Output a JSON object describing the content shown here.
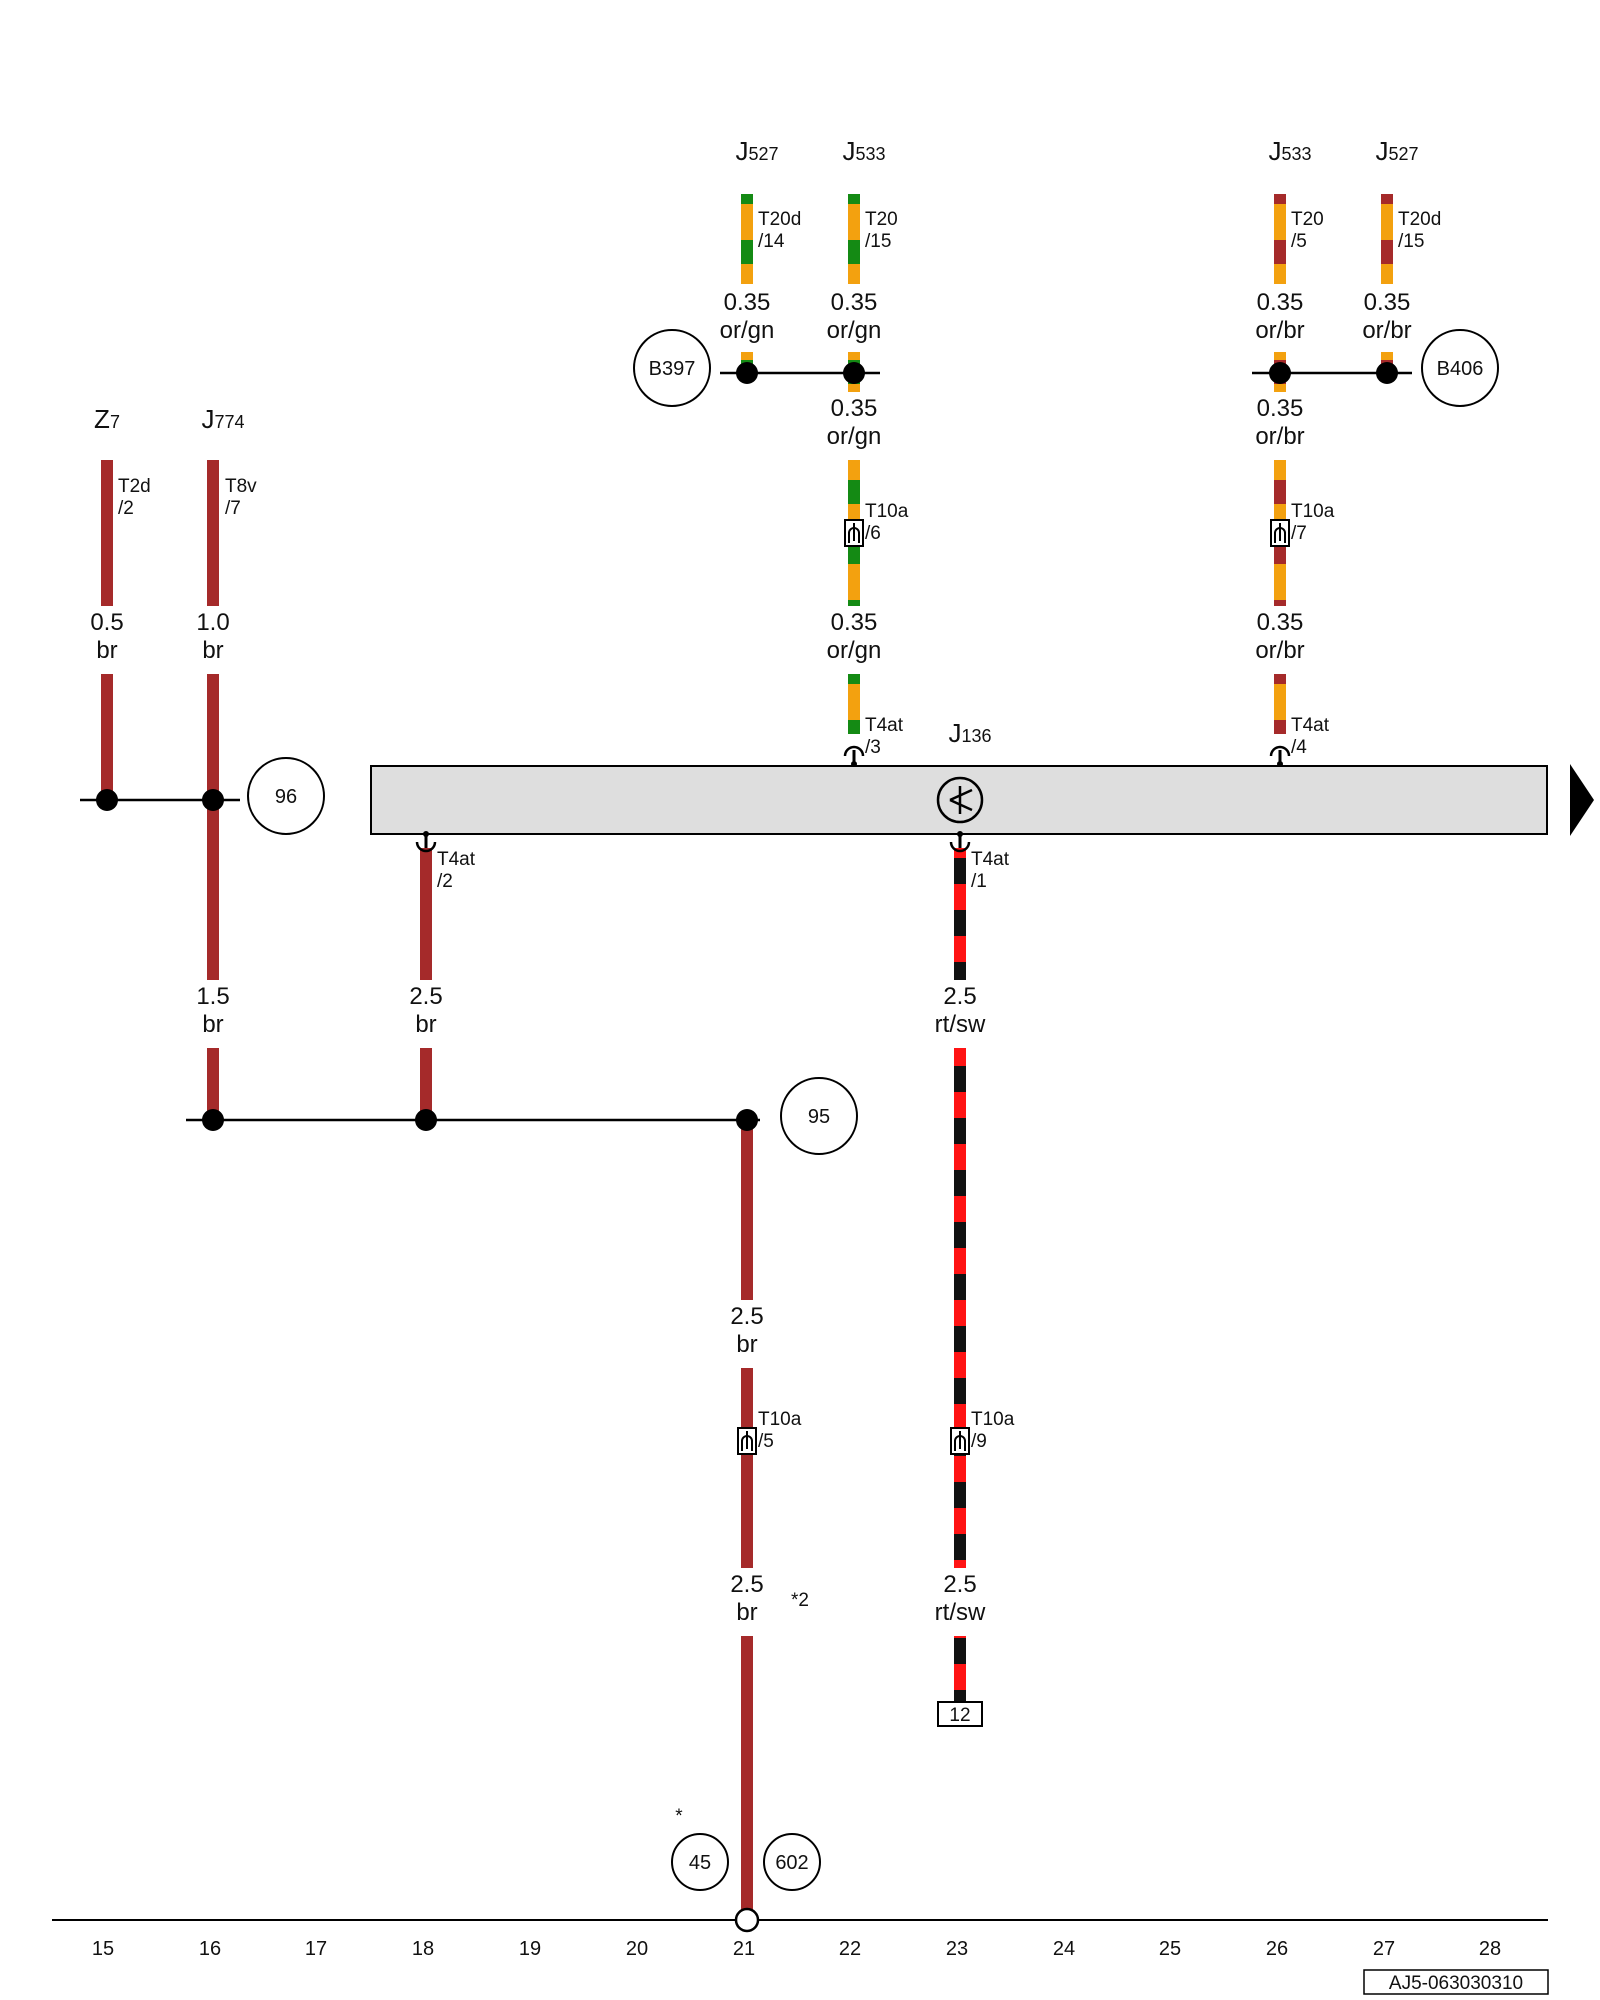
{
  "colors": {
    "br": "#a52a2a",
    "or": "#f3a10f",
    "gn": "#148a14",
    "rt": "#ff1414",
    "sw": "#111111",
    "module_fill": "#dedede"
  },
  "components": {
    "z7": {
      "letter": "Z",
      "num": "7"
    },
    "j774": {
      "letter": "J",
      "num": "774"
    },
    "j527_a": {
      "letter": "J",
      "num": "527"
    },
    "j533_a": {
      "letter": "J",
      "num": "533"
    },
    "j533_b": {
      "letter": "J",
      "num": "533"
    },
    "j527_b": {
      "letter": "J",
      "num": "527"
    },
    "j136": {
      "letter": "J",
      "num": "136"
    }
  },
  "wires": {
    "z7_top": {
      "size": "0.5",
      "color": "br"
    },
    "j774_top": {
      "size": "1.0",
      "color": "br"
    },
    "w16_mid": {
      "size": "1.5",
      "color": "br"
    },
    "w18_mid": {
      "size": "2.5",
      "color": "br"
    },
    "w21_a": {
      "size": "2.5",
      "color": "br"
    },
    "w21_b": {
      "size": "2.5",
      "color": "br",
      "note": "*2"
    },
    "w23_a": {
      "size": "2.5",
      "color": "rt/sw"
    },
    "w23_b": {
      "size": "2.5",
      "color": "rt/sw"
    },
    "w21_top": {
      "size": "0.35",
      "color": "or/gn"
    },
    "w22_top": {
      "size": "0.35",
      "color": "or/gn"
    },
    "w22_mid": {
      "size": "0.35",
      "color": "or/gn"
    },
    "w22_low": {
      "size": "0.35",
      "color": "or/gn"
    },
    "w26_top": {
      "size": "0.35",
      "color": "or/br"
    },
    "w27_top": {
      "size": "0.35",
      "color": "or/br"
    },
    "w26_mid": {
      "size": "0.35",
      "color": "or/br"
    },
    "w26_low": {
      "size": "0.35",
      "color": "or/br"
    }
  },
  "pins": {
    "t2d_2": {
      "conn": "T2d",
      "pin": "/2"
    },
    "t8v_7": {
      "conn": "T8v",
      "pin": "/7"
    },
    "t20d_14": {
      "conn": "T20d",
      "pin": "/14"
    },
    "t20_15": {
      "conn": "T20",
      "pin": "/15"
    },
    "t20_5": {
      "conn": "T20",
      "pin": "/5"
    },
    "t20d_15": {
      "conn": "T20d",
      "pin": "/15"
    },
    "t10a_6": {
      "conn": "T10a",
      "pin": "/6"
    },
    "t10a_7": {
      "conn": "T10a",
      "pin": "/7"
    },
    "t4at_3": {
      "conn": "T4at",
      "pin": "/3"
    },
    "t4at_4": {
      "conn": "T4at",
      "pin": "/4"
    },
    "t4at_2": {
      "conn": "T4at",
      "pin": "/2"
    },
    "t4at_1": {
      "conn": "T4at",
      "pin": "/1"
    },
    "t10a_5": {
      "conn": "T10a",
      "pin": "/5"
    },
    "t10a_9": {
      "conn": "T10a",
      "pin": "/9"
    }
  },
  "circles": {
    "c96": "96",
    "c95": "95",
    "b397": "B397",
    "b406": "B406",
    "c45": "45",
    "c602": "602"
  },
  "asterisk": "*",
  "box_12": "12",
  "track_numbers": [
    "15",
    "16",
    "17",
    "18",
    "19",
    "20",
    "21",
    "22",
    "23",
    "24",
    "25",
    "26",
    "27",
    "28"
  ],
  "doc_code": "AJ5-063030310"
}
